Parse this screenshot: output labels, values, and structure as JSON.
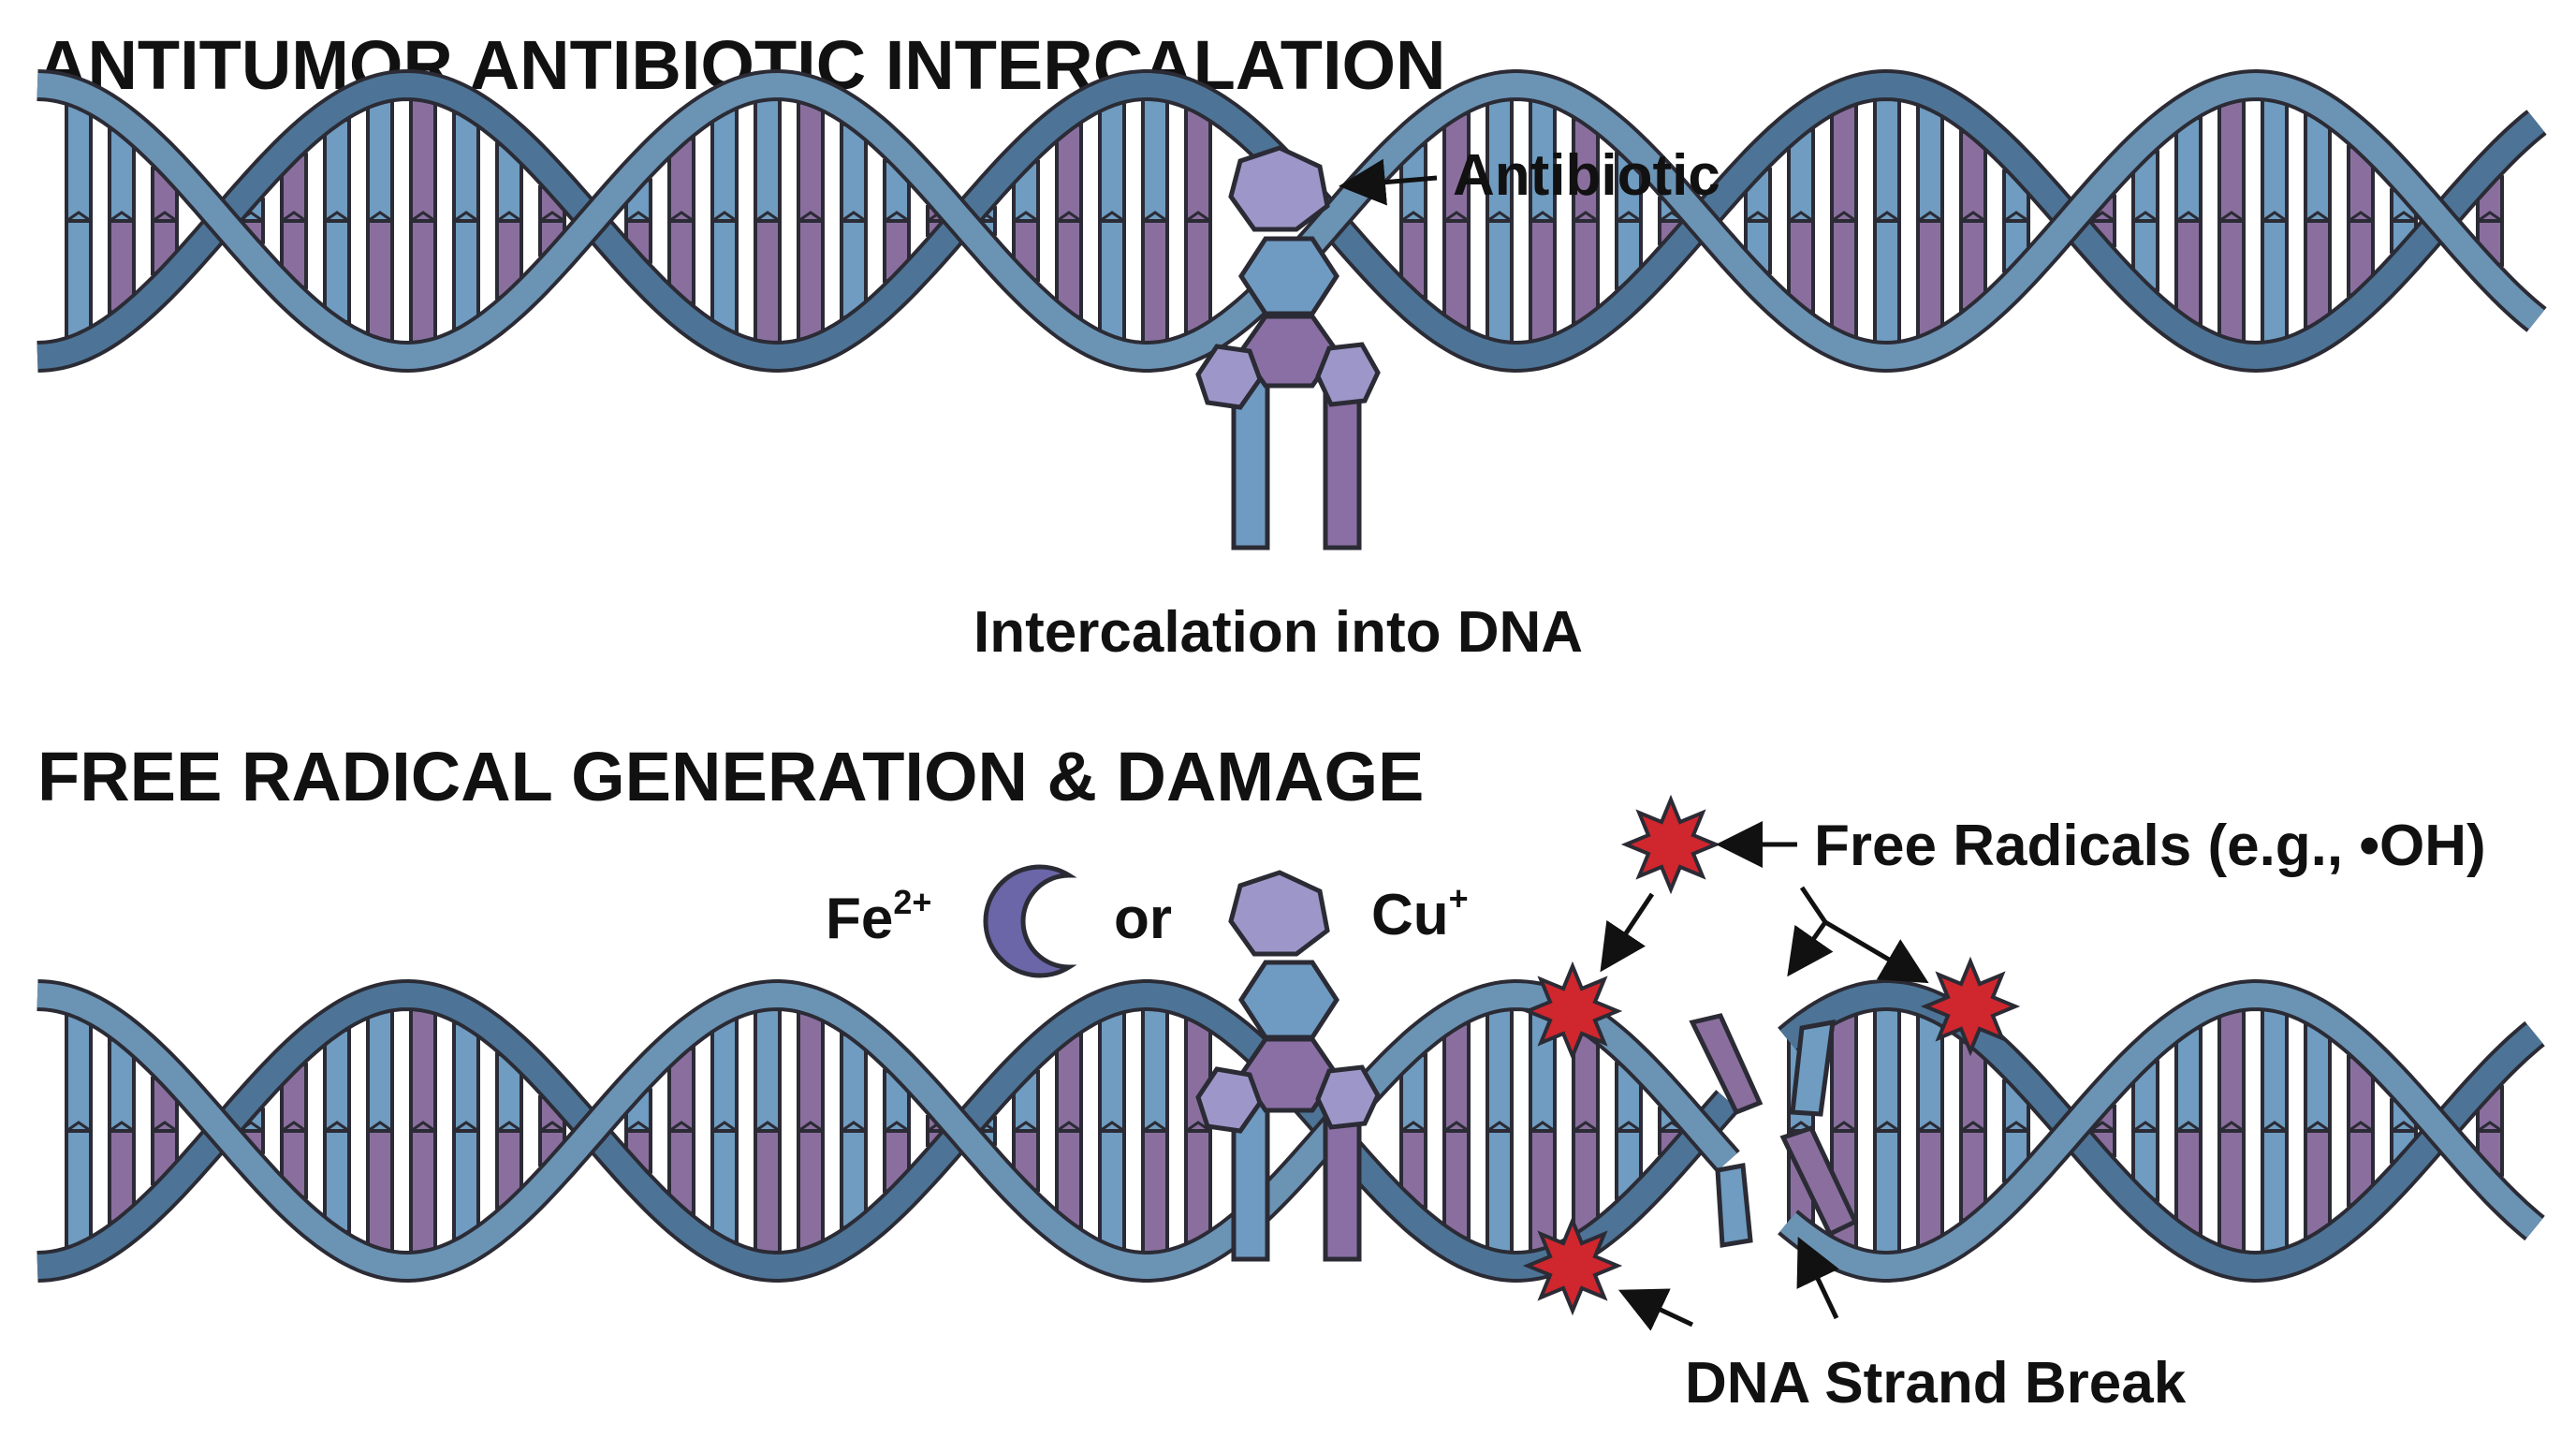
{
  "panel_intercalation": {
    "title": "ANTITUMOR ANTIBIOTIC INTERCALATION",
    "antibiotic_label": "Antibiotic",
    "caption": "Intercalation into DNA"
  },
  "panel_radical": {
    "title": "FREE RADICAL GENERATION & DAMAGE",
    "metal_1": {
      "base": "Fe",
      "sup": "2+"
    },
    "or_label": "or",
    "metal_2": {
      "base": "Cu",
      "sup": "+"
    },
    "free_radicals_label": "Free Radicals (e.g., •OH)",
    "strand_break_label": "DNA Strand Break"
  },
  "colors": {
    "backbone": "#6b93b4",
    "backbone_dark": "#4d7496",
    "base_blue": "#6f9cc0",
    "base_purple": "#8a6f9e",
    "antibiotic_light": "#9d97c9",
    "antibiotic_blue": "#6f9bc2",
    "antibiotic_purple": "#8a6fa4",
    "metal_ion": "#6a66a8",
    "radical": "#d0262e",
    "outline": "#2b2b35"
  }
}
